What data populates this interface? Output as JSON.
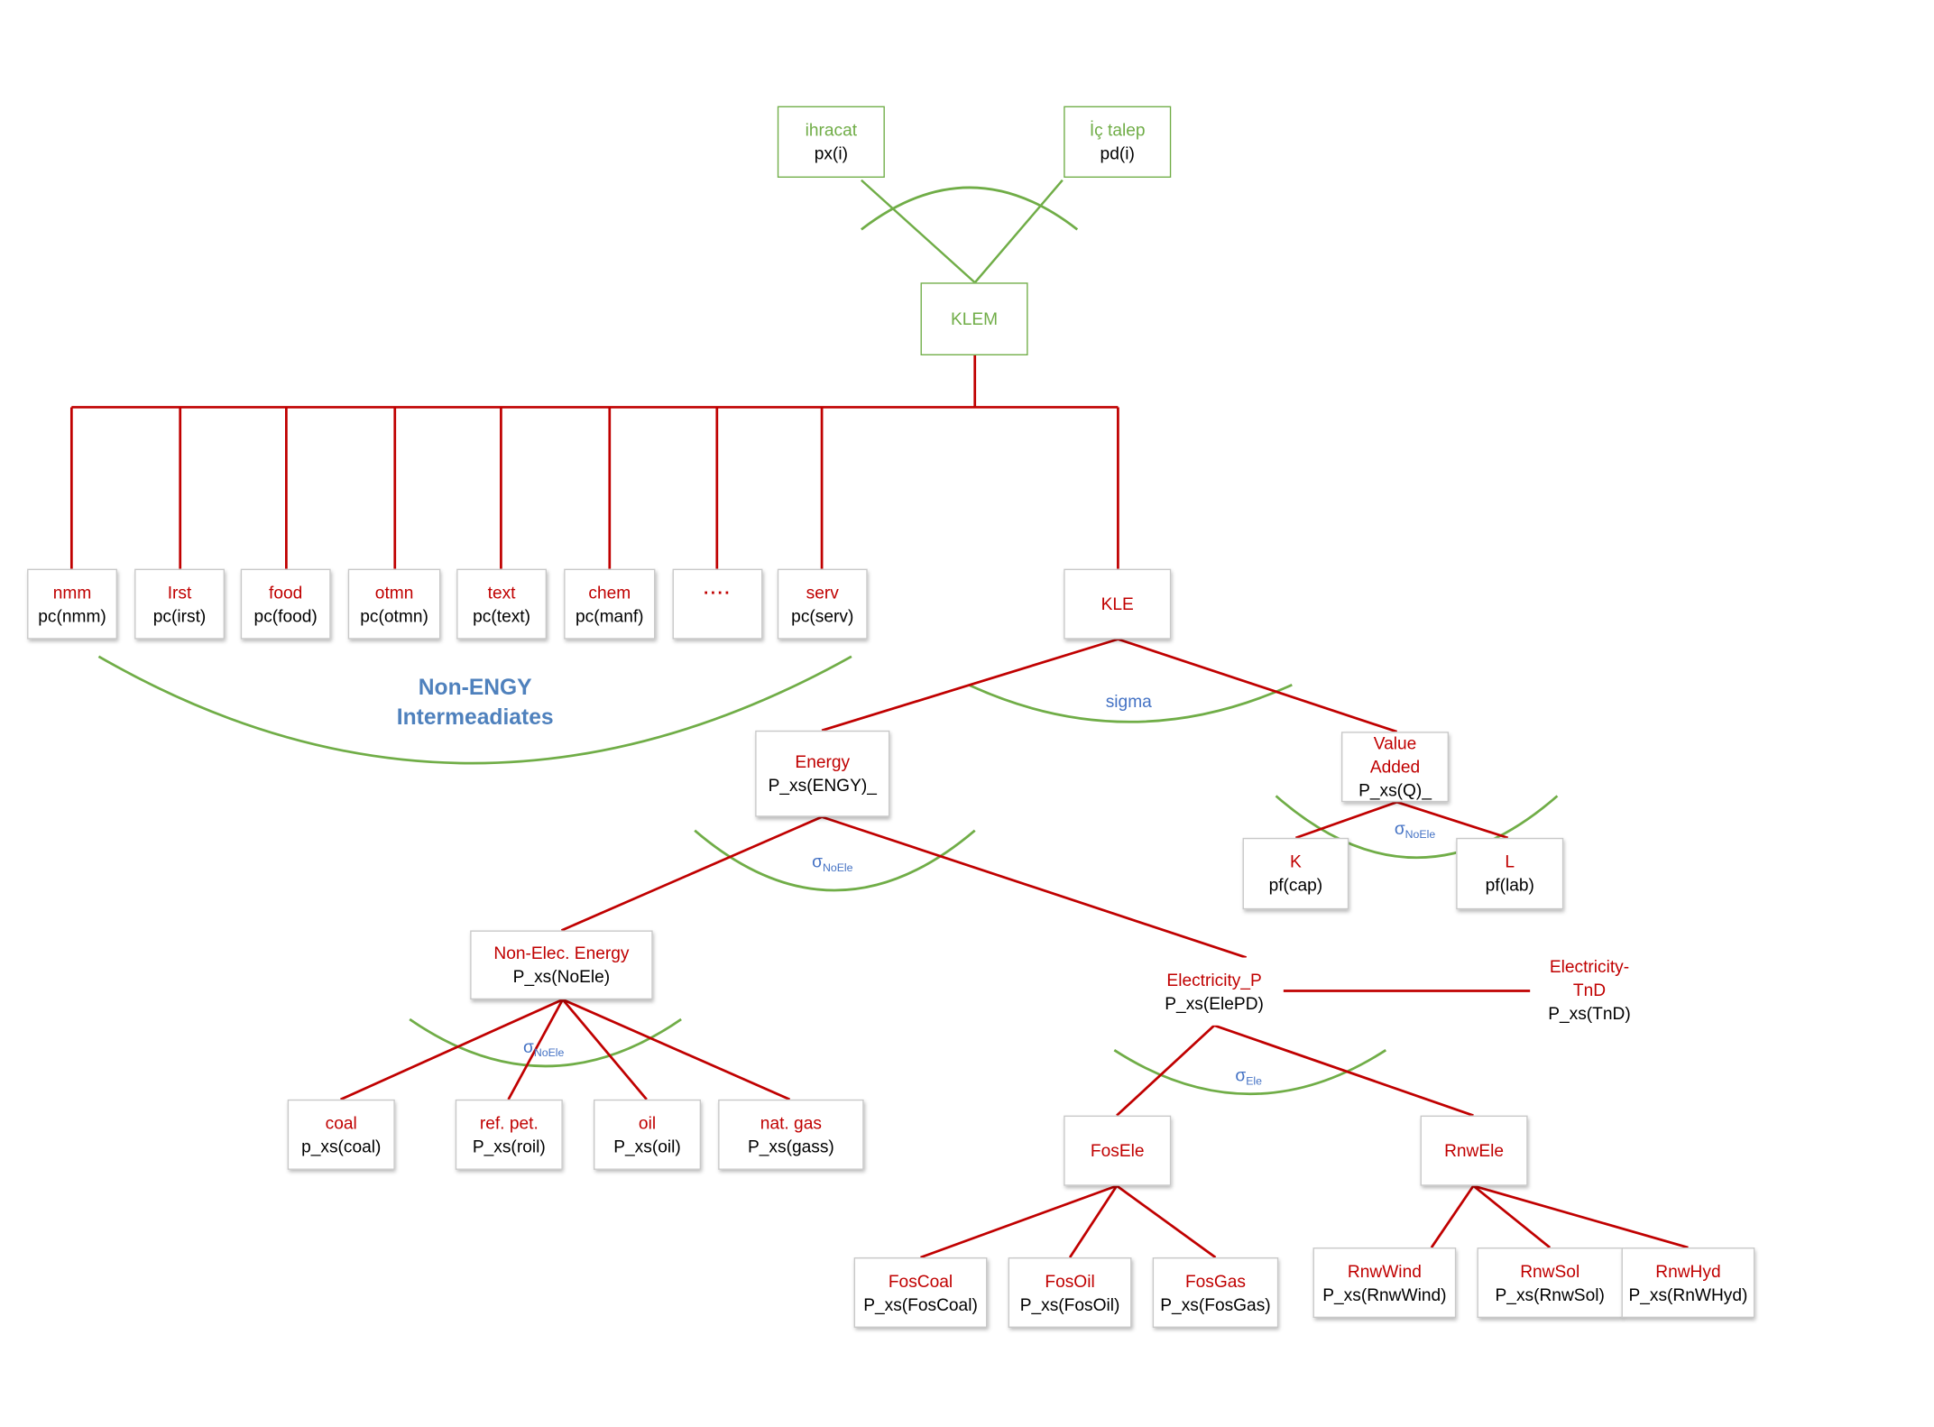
{
  "colors": {
    "tree_line": "#c00000",
    "nest_arc": "#70ad47",
    "elasticity_text": "#4472c4",
    "group_text": "#4f81bd"
  },
  "top": {
    "ihracat": {
      "label": "ihracat",
      "sub": "px(i)"
    },
    "ic_talep": {
      "label": "İç talep",
      "sub": "pd(i)"
    },
    "klem": {
      "label": "KLEM"
    }
  },
  "sectors": [
    {
      "label": "nmm",
      "sub": "pc(nmm)"
    },
    {
      "label": "Irst",
      "sub": "pc(irst)"
    },
    {
      "label": "food",
      "sub": "pc(food)"
    },
    {
      "label": "otmn",
      "sub": "pc(otmn)"
    },
    {
      "label": "text",
      "sub": "pc(text)"
    },
    {
      "label": "chem",
      "sub": "pc(manf)"
    },
    {
      "label": "····",
      "sub": ""
    },
    {
      "label": "serv",
      "sub": "pc(serv)"
    }
  ],
  "non_engy_group": {
    "line1": "Non-ENGY",
    "line2": "Intermeadiates"
  },
  "kle": {
    "label": "KLE"
  },
  "sigma_label": "sigma",
  "energy": {
    "label": "Energy",
    "sub": "P_xs(ENGY)_"
  },
  "value_added": {
    "label1": "Value",
    "label2": "Added",
    "sub": "P_xs(Q)_"
  },
  "elasticities": {
    "energy": {
      "sym": "σ",
      "sub": "NoEle"
    },
    "value_added": {
      "sym": "σ",
      "sub": "NoEle"
    },
    "non_elec": {
      "sym": "σ",
      "sub": "NoEle"
    },
    "electricity": {
      "sym": "σ",
      "sub": "Ele"
    }
  },
  "k": {
    "label": "K",
    "sub": "pf(cap)"
  },
  "l": {
    "label": "L",
    "sub": "pf(lab)"
  },
  "non_elec": {
    "label": "Non-Elec. Energy",
    "sub": "P_xs(NoEle)"
  },
  "electricity_p": {
    "label": "Electricity_P",
    "sub": "P_xs(ElePD)"
  },
  "electricity_tnd": {
    "label1": "Electricity-",
    "label2": "TnD",
    "sub": "P_xs(TnD)"
  },
  "fuels": [
    {
      "label": "coal",
      "sub": "p_xs(coal)"
    },
    {
      "label": "ref. pet.",
      "sub": "P_xs(roil)"
    },
    {
      "label": "oil",
      "sub": "P_xs(oil)"
    },
    {
      "label": "nat. gas",
      "sub": "P_xs(gass)"
    }
  ],
  "fos_ele": {
    "label": "FosEle"
  },
  "rnw_ele": {
    "label": "RnwEle"
  },
  "fossil": [
    {
      "label": "FosCoal",
      "sub": "P_xs(FosCoal)"
    },
    {
      "label": "FosOil",
      "sub": "P_xs(FosOil)"
    },
    {
      "label": "FosGas",
      "sub": "P_xs(FosGas)"
    }
  ],
  "renewable": [
    {
      "label": "RnwWind",
      "sub": "P_xs(RnwWind)"
    },
    {
      "label": "RnwSol",
      "sub": "P_xs(RnwSol)"
    },
    {
      "label": "RnwHyd",
      "sub": "P_xs(RnWHyd)"
    }
  ]
}
